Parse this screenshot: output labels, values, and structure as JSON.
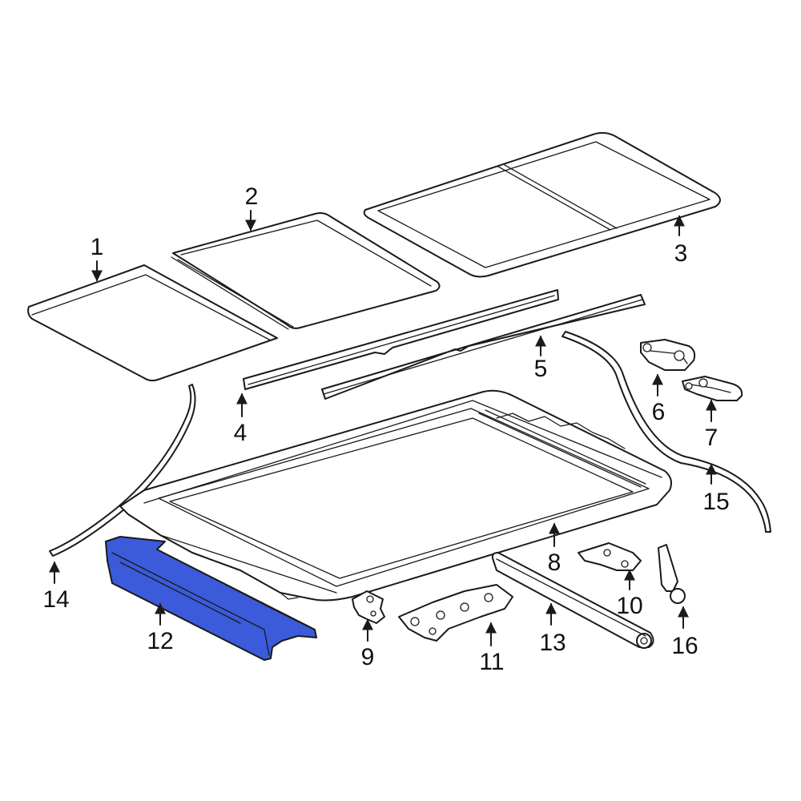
{
  "diagram": {
    "highlight_color": "#3B5BDB",
    "line_color": "#1a1a1a",
    "background": "#ffffff",
    "highlighted_part": "12"
  },
  "callouts": {
    "c1": "1",
    "c2": "2",
    "c3": "3",
    "c4": "4",
    "c5": "5",
    "c6": "6",
    "c7": "7",
    "c8": "8",
    "c9": "9",
    "c10": "10",
    "c11": "11",
    "c12": "12",
    "c13": "13",
    "c14": "14",
    "c15": "15",
    "c16": "16"
  }
}
